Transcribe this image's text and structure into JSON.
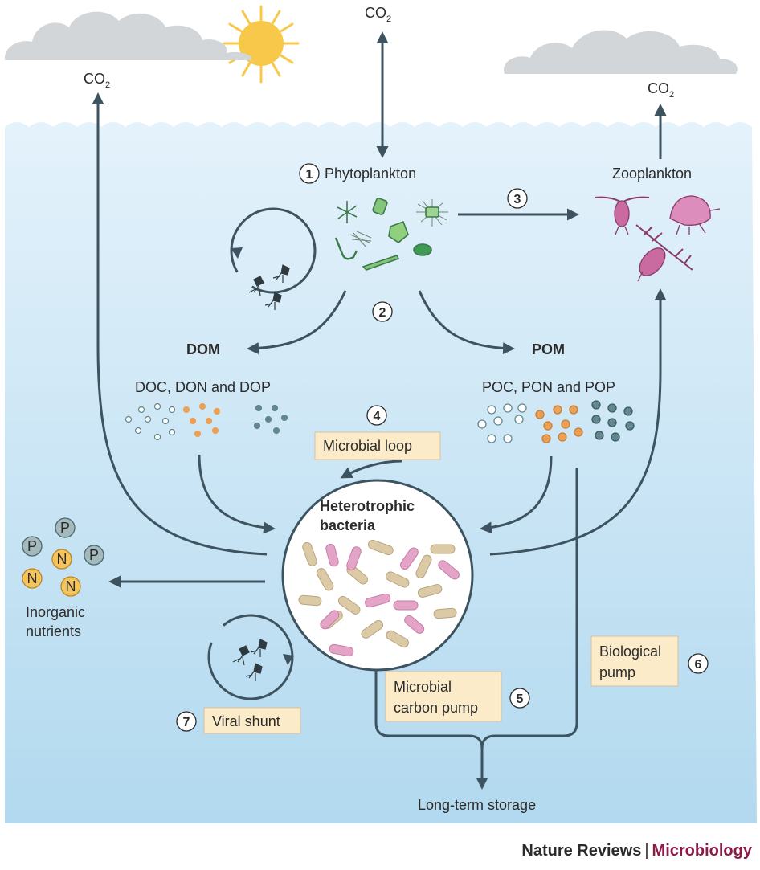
{
  "co2": {
    "main": "CO",
    "subscript": "2"
  },
  "phytoplankton": {
    "number": "1",
    "label": "Phytoplankton"
  },
  "zooplankton": {
    "label": "Zooplankton"
  },
  "steps": {
    "n2": "2",
    "n3": "3",
    "n4": "4",
    "n5": "5",
    "n6": "6",
    "n7": "7"
  },
  "dom": {
    "title": "DOM",
    "subtitle": "DOC, DON and DOP"
  },
  "pom": {
    "title": "POM",
    "subtitle": "POC, PON and POP"
  },
  "microbial_loop": "Microbial loop",
  "bacteria": {
    "line1": "Heterotrophic",
    "line2": "bacteria"
  },
  "nutrients": {
    "line1": "Inorganic",
    "line2": "nutrients",
    "p": "P",
    "n": "N"
  },
  "microbial_carbon_pump": {
    "line1": "Microbial",
    "line2": "carbon pump"
  },
  "biological_pump": {
    "line1": "Biological",
    "line2": "pump"
  },
  "viral_shunt": "Viral shunt",
  "storage": "Long-term storage",
  "footer": {
    "journal": "Nature Reviews",
    "separator": "|",
    "section": "Microbiology"
  },
  "colors": {
    "water_top": "#e4f2fb",
    "water_bottom": "#b4dbf1",
    "arrow": "#3d5460",
    "box_fill": "#fcebc8",
    "orange": "#eba055",
    "teal": "#62878d",
    "pink": "#e3a4c8",
    "tan": "#dccaa6",
    "sun": "#f7c84a"
  }
}
